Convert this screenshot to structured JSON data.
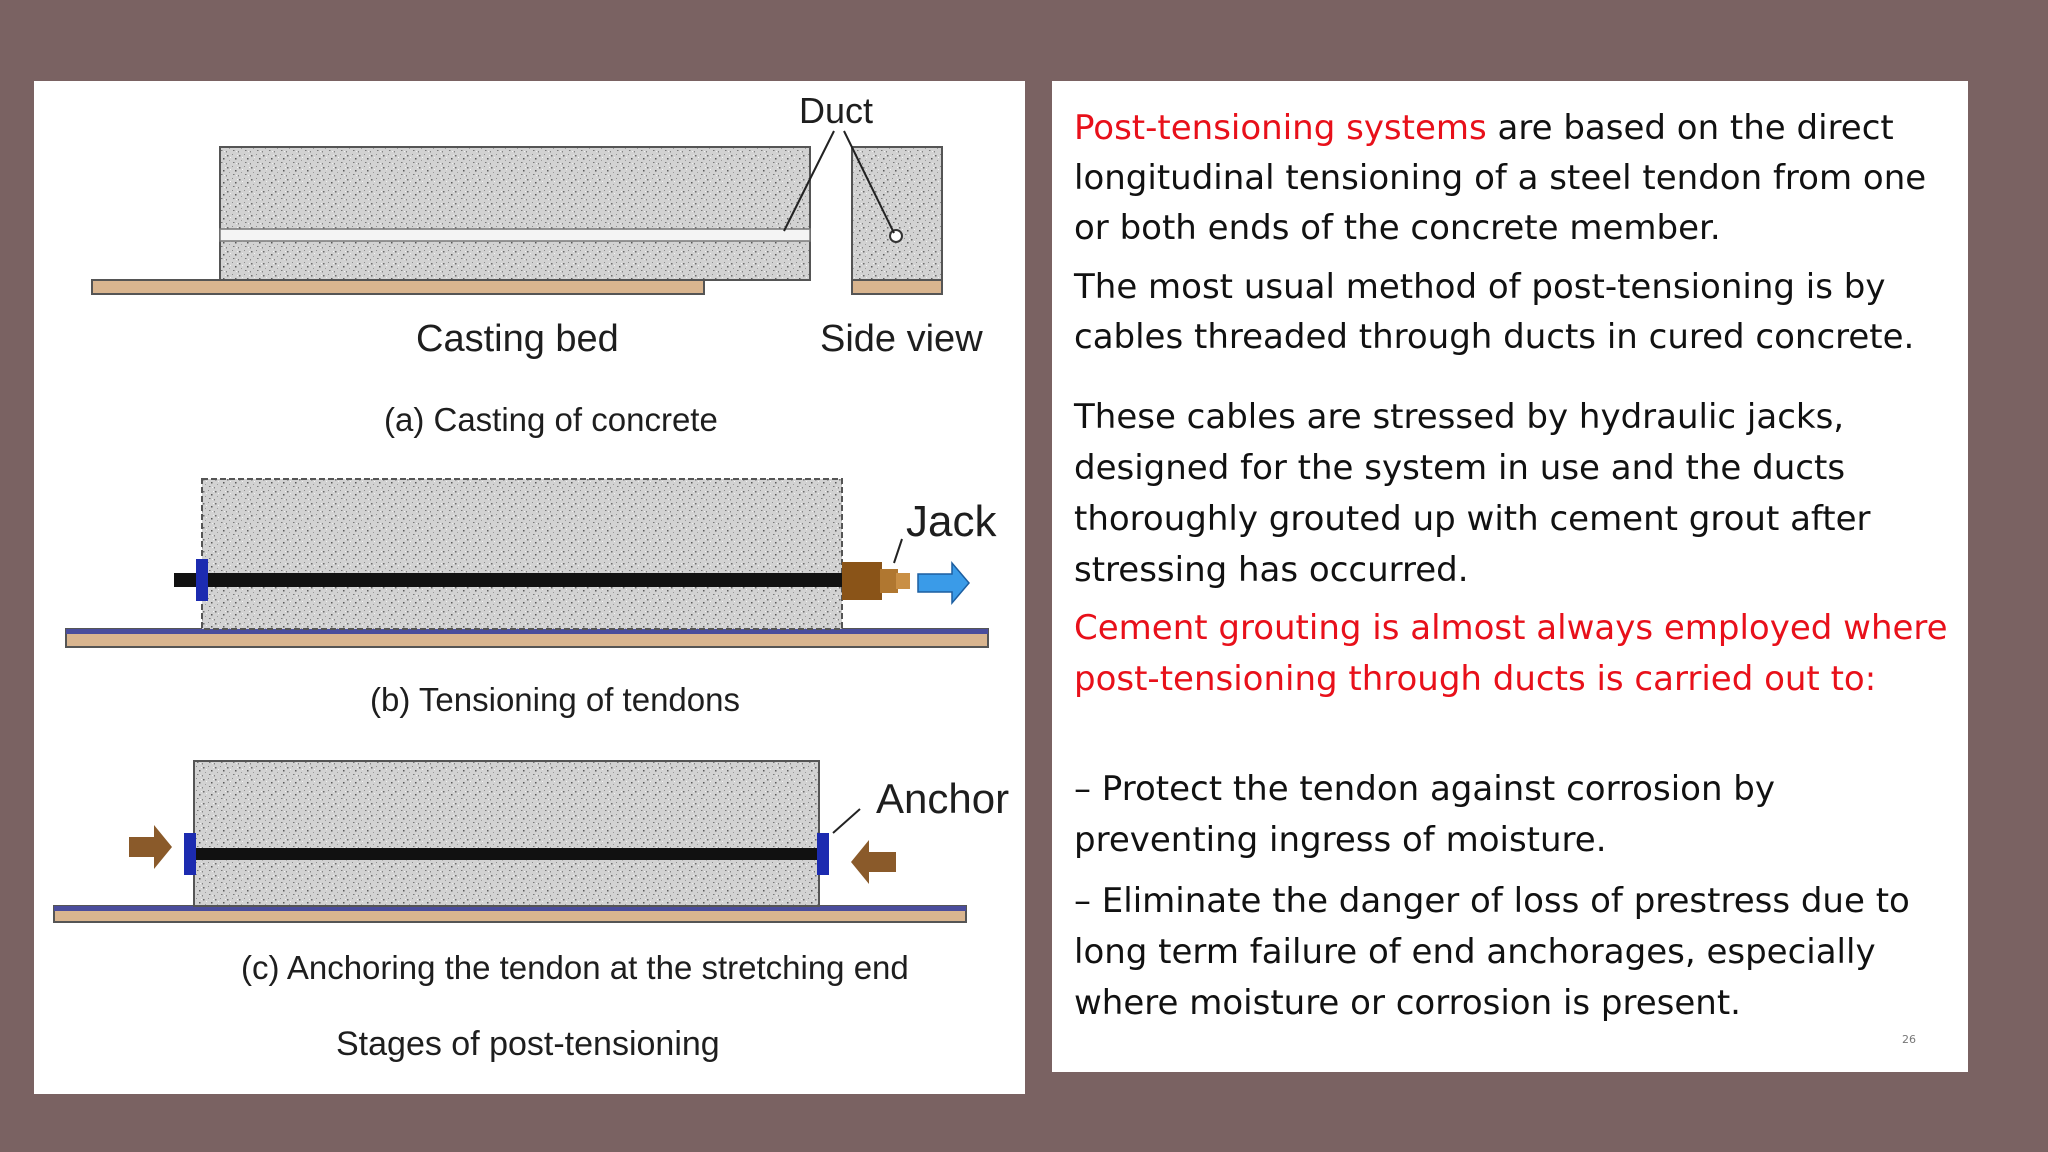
{
  "diagram": {
    "labels": {
      "duct": "Duct",
      "casting_bed": "Casting bed",
      "side_view": "Side view",
      "jack": "Jack",
      "anchor": "Anchor"
    },
    "captions": {
      "a": "(a) Casting of concrete",
      "b": "(b) Tensioning of tendons",
      "c": "(c) Anchoring the tendon at the stretching end",
      "main": "Stages of post-tensioning"
    },
    "colors": {
      "concrete": "#cfcfcf",
      "bed": "#d9b58f",
      "bed_blue": "#4a4d9c",
      "tendon": "#111111",
      "anchor": "#1c2bb0",
      "jack": "#8a5418",
      "arrow_blue": "#3a9be8",
      "arrow_brown": "#8a5a2a"
    }
  },
  "text": {
    "p1_red": "Post-tensioning systems",
    "p1_rest": " are based on the direct longitudinal tensioning of a steel tendon from one or both ends of the concrete member.",
    "p2": "The most usual method of post-tensioning is by cables threaded through ducts in cured concrete.",
    "p3": "These cables are stressed by hydraulic jacks, designed for the system in use and the ducts thoroughly grouted up with cement grout after stressing has occurred.",
    "p4": "Cement grouting is almost always employed where post-tensioning through ducts is carried out to:",
    "b1": "– Protect the tendon against corrosion by preventing ingress of moisture.",
    "b2": "– Eliminate the danger of loss of prestress due to long term failure of end anchorages, especially where moisture or corrosion is present.",
    "page": "26"
  }
}
